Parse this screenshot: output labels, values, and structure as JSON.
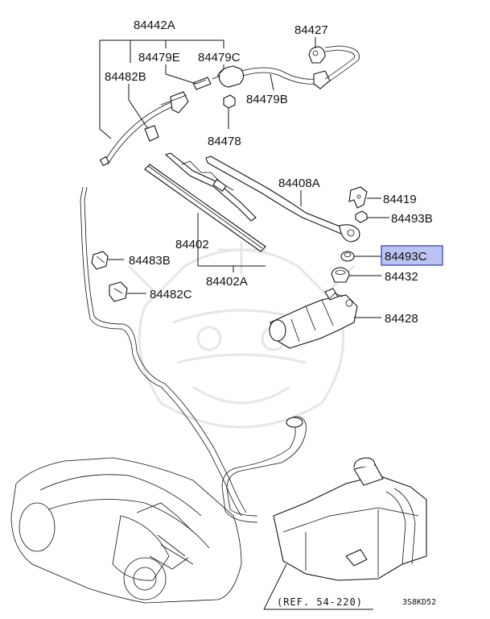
{
  "labels": {
    "p84442A": "84442A",
    "p84479E": "84479E",
    "p84479C": "84479C",
    "p84482B": "84482B",
    "p84427": "84427",
    "p84479B": "84479B",
    "p84478": "84478",
    "p84408A": "84408A",
    "p84419": "84419",
    "p84493B": "84493B",
    "p84493C": "84493C",
    "p84432": "84432",
    "p84402": "84402",
    "p84402A": "84402A",
    "p84483B": "84483B",
    "p84482C": "84482C",
    "p84428": "84428"
  },
  "reference": "(REF. 54-220)",
  "diagram_code": "3S8KD52",
  "highlighted_part": "84493C",
  "colors": {
    "highlight_fill": "#bcc3f2",
    "highlight_border": "#2a3bb0",
    "line": "#111111",
    "watermark": "#e6e6e6"
  }
}
